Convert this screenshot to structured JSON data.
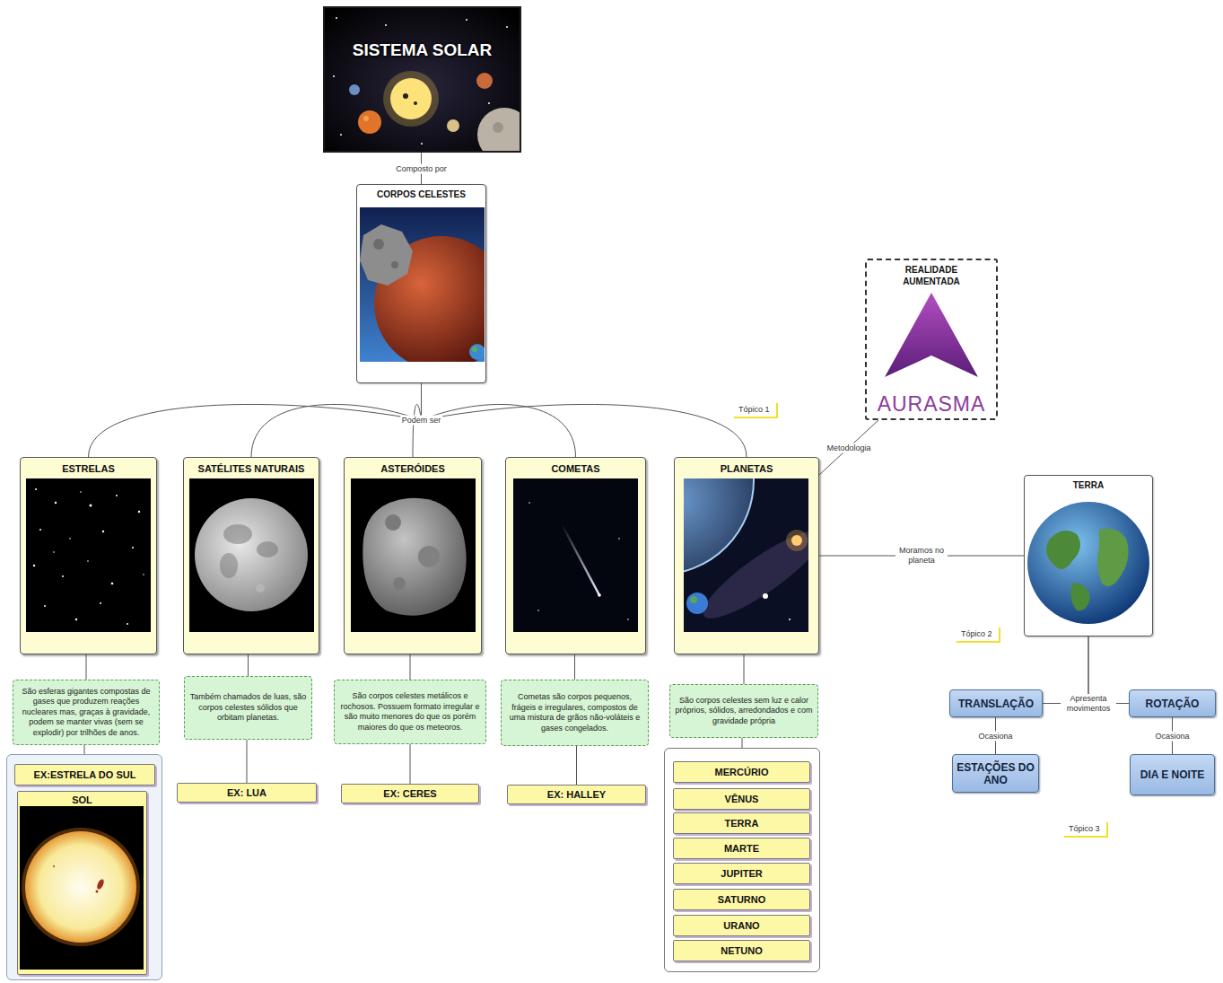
{
  "diagram": {
    "nodes": [
      {
        "text": [
          "SISTEMA SOLAR"
        ]
      },
      {
        "text": [
          "CORPOS CELESTES"
        ]
      },
      {
        "text": [
          "REALIDADE AUMENTADA",
          "AURASMA"
        ]
      },
      {
        "text": [
          "ESTRELAS"
        ]
      },
      {
        "text": [
          "SATÉLITES NATURAIS"
        ]
      },
      {
        "text": [
          "ASTERÓIDES"
        ]
      },
      {
        "text": [
          "COMETAS"
        ]
      },
      {
        "text": [
          "PLANETAS"
        ]
      },
      {
        "text": [
          "TERRA"
        ]
      },
      {
        "text": [
          "São esferas gigantes compostas de gases que produzem reações nucleares mas, graças à gravidade, podem se manter vivas (sem se explodir) por trilhões de anos."
        ]
      },
      {
        "text": [
          "Também chamados de luas, são corpos celestes sólidos que orbitam planetas."
        ]
      },
      {
        "text": [
          "São corpos celestes metálicos e rochosos. Possuem formato irregular e são muito menores do que os porém maiores do que os meteoros."
        ]
      },
      {
        "text": [
          "Cometas são corpos pequenos, frágeis e irregulares, compostos de uma mistura de grãos não-voláteis e gases congelados."
        ]
      },
      {
        "text": [
          "São corpos celestes sem luz e calor próprios, sólidos, arredondados e com gravidade própria"
        ]
      },
      {
        "text": [
          "TRANSLAÇÃO"
        ]
      },
      {
        "text": [
          "ROTAÇÃO"
        ]
      },
      {
        "text": [
          "ESTAÇÕES DO ANO"
        ]
      },
      {
        "text": [
          "DIA E NOITE"
        ]
      },
      {
        "text": []
      },
      {
        "text": [
          "EX:ESTRELA DO SUL"
        ],
        "in": 18
      },
      {
        "text": [
          "SOL"
        ],
        "in": 18
      },
      {
        "text": [
          "EX: LUA"
        ]
      },
      {
        "text": [
          "EX: CERES"
        ]
      },
      {
        "text": [
          "EX: HALLEY"
        ]
      },
      {
        "text": []
      },
      {
        "text": [
          "MERCÚRIO"
        ],
        "in": 24
      },
      {
        "text": [
          "VÊNUS"
        ],
        "in": 24
      },
      {
        "text": [
          "TERRA"
        ],
        "in": 24
      },
      {
        "text": [
          "MARTE"
        ],
        "in": 24
      },
      {
        "text": [
          "JUPITER"
        ],
        "in": 24
      },
      {
        "text": [
          "SATURNO"
        ],
        "in": 24
      },
      {
        "text": [
          "URANO"
        ],
        "in": 24
      },
      {
        "text": [
          "NETUNO"
        ],
        "in": 24
      }
    ],
    "edges": [
      {
        "from": 0,
        "to": 1,
        "label": "Composto por",
        "arrow": "none"
      },
      {
        "from": 1,
        "to": 3,
        "arrow": "none"
      },
      {
        "from": 1,
        "to": 4,
        "arrow": "none"
      },
      {
        "from": 1,
        "to": 5,
        "label": "Podem ser",
        "arrow": "none"
      },
      {
        "from": 1,
        "to": 6,
        "arrow": "none"
      },
      {
        "from": 1,
        "to": 7,
        "arrow": "none"
      },
      {
        "from": 7,
        "to": 2,
        "label": "Metodologia",
        "arrow": "none"
      },
      {
        "from": 7,
        "to": 8,
        "label": "Moramos no planeta",
        "arrow": "none"
      },
      {
        "from": 3,
        "to": 9,
        "arrow": "none"
      },
      {
        "from": 4,
        "to": 10,
        "arrow": "none"
      },
      {
        "from": 5,
        "to": 11,
        "arrow": "none"
      },
      {
        "from": 6,
        "to": 12,
        "arrow": "none"
      },
      {
        "from": 7,
        "to": 13,
        "arrow": "none"
      },
      {
        "from": 9,
        "to": 18,
        "arrow": "none"
      },
      {
        "from": 10,
        "to": 21,
        "arrow": "none"
      },
      {
        "from": 11,
        "to": 22,
        "arrow": "none"
      },
      {
        "from": 12,
        "to": 23,
        "arrow": "none"
      },
      {
        "from": 13,
        "to": 24,
        "arrow": "none"
      },
      {
        "from": 8,
        "to": 14,
        "label": "Apresenta movimentos",
        "arrow": "none"
      },
      {
        "from": 8,
        "to": 15,
        "arrow": "none"
      },
      {
        "from": 14,
        "to": 16,
        "label": "Ocasiona",
        "arrow": "none"
      },
      {
        "from": 15,
        "to": 17,
        "label": "Ocasiona",
        "arrow": "none"
      }
    ],
    "labels": [
      "Tópico 1",
      "Tópico 2",
      "Tópico 3"
    ]
  }
}
